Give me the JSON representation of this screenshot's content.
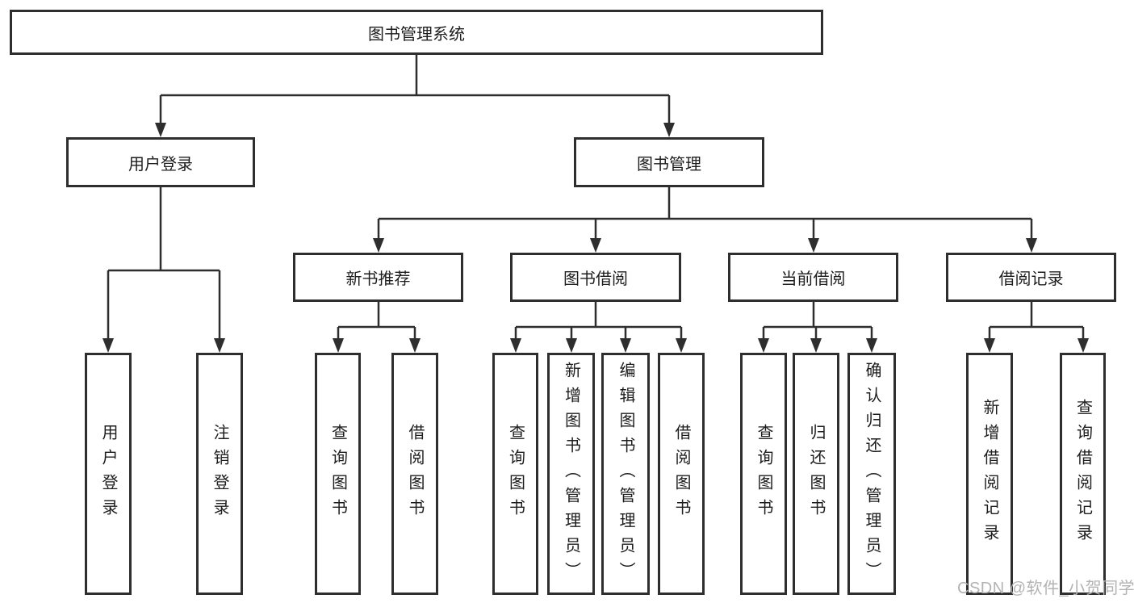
{
  "colors": {
    "background": "#ffffff",
    "line": "#2e2e2e",
    "box_border": "#2e2e2e",
    "text": "#1d1d1d",
    "watermark": "#b3b3b3"
  },
  "watermark": "CSDN @软件_小贺同学",
  "nodes": {
    "root": "图书管理系统",
    "user_login": "用户登录",
    "book_management": "图书管理",
    "new_book_recommend": "新书推荐",
    "book_borrow": "图书借阅",
    "current_borrow": "当前借阅",
    "borrow_records": "借阅记录",
    "leaf_user_login": "用户登录",
    "leaf_logout": "注销登录",
    "leaf_query_books_a": "查询图书",
    "leaf_borrow_books_a": "借阅图书",
    "leaf_query_books_b": "查询图书",
    "leaf_add_books_admin": "新增图书（管理员）",
    "leaf_edit_books_admin": "编辑图书（管理员）",
    "leaf_borrow_books_b": "借阅图书",
    "leaf_query_books_c": "查询图书",
    "leaf_return_books": "归还图书",
    "leaf_confirm_return_admin": "确认归还（管理员）",
    "leaf_add_borrow_record": "新增借阅记录",
    "leaf_query_borrow_record": "查询借阅记录"
  },
  "hierarchy": {
    "root": [
      "user_login",
      "book_management"
    ],
    "user_login": [
      "leaf_user_login",
      "leaf_logout"
    ],
    "book_management": [
      "new_book_recommend",
      "book_borrow",
      "current_borrow",
      "borrow_records"
    ],
    "new_book_recommend": [
      "leaf_query_books_a",
      "leaf_borrow_books_a"
    ],
    "book_borrow": [
      "leaf_query_books_b",
      "leaf_add_books_admin",
      "leaf_edit_books_admin",
      "leaf_borrow_books_b"
    ],
    "current_borrow": [
      "leaf_query_books_c",
      "leaf_return_books",
      "leaf_confirm_return_admin"
    ],
    "borrow_records": [
      "leaf_add_borrow_record",
      "leaf_query_borrow_record"
    ]
  }
}
